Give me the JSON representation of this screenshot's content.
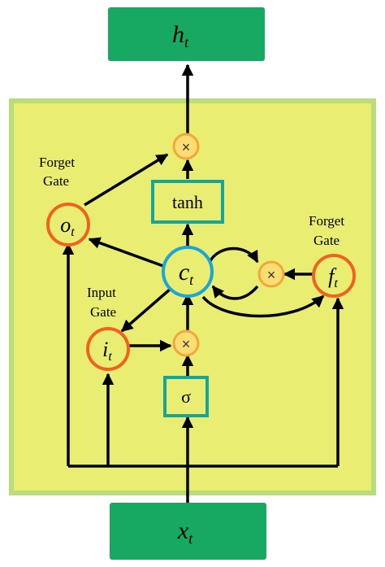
{
  "nodes": {
    "output": {
      "symbol": "h",
      "subscript": "t"
    },
    "input": {
      "symbol": "x",
      "subscript": "t"
    },
    "cell": {
      "symbol": "c",
      "subscript": "t"
    },
    "output_gate": {
      "symbol": "o",
      "subscript": "t"
    },
    "input_gate": {
      "symbol": "i",
      "subscript": "t"
    },
    "forget_gate": {
      "symbol": "f",
      "subscript": "t"
    }
  },
  "boxes": {
    "tanh": "tanh",
    "sigma": "σ"
  },
  "multiply_symbol": "×",
  "labels": {
    "top_left_line1": "Forget",
    "top_left_line2": "Gate",
    "right_line1": "Forget",
    "right_line2": "Gate",
    "input_line1": "Input",
    "input_line2": "Gate"
  },
  "colors": {
    "background": "#e9ee72",
    "background_border": "#b9dd7a",
    "terminal_box": "#17a862",
    "gate_border": "#f0621f",
    "multiplier_fill": "#fbde73",
    "multiplier_border": "#f4a63a",
    "cell_border": "#1aa6d8",
    "function_box_border": "#16a59b",
    "arrow": "#000000"
  }
}
